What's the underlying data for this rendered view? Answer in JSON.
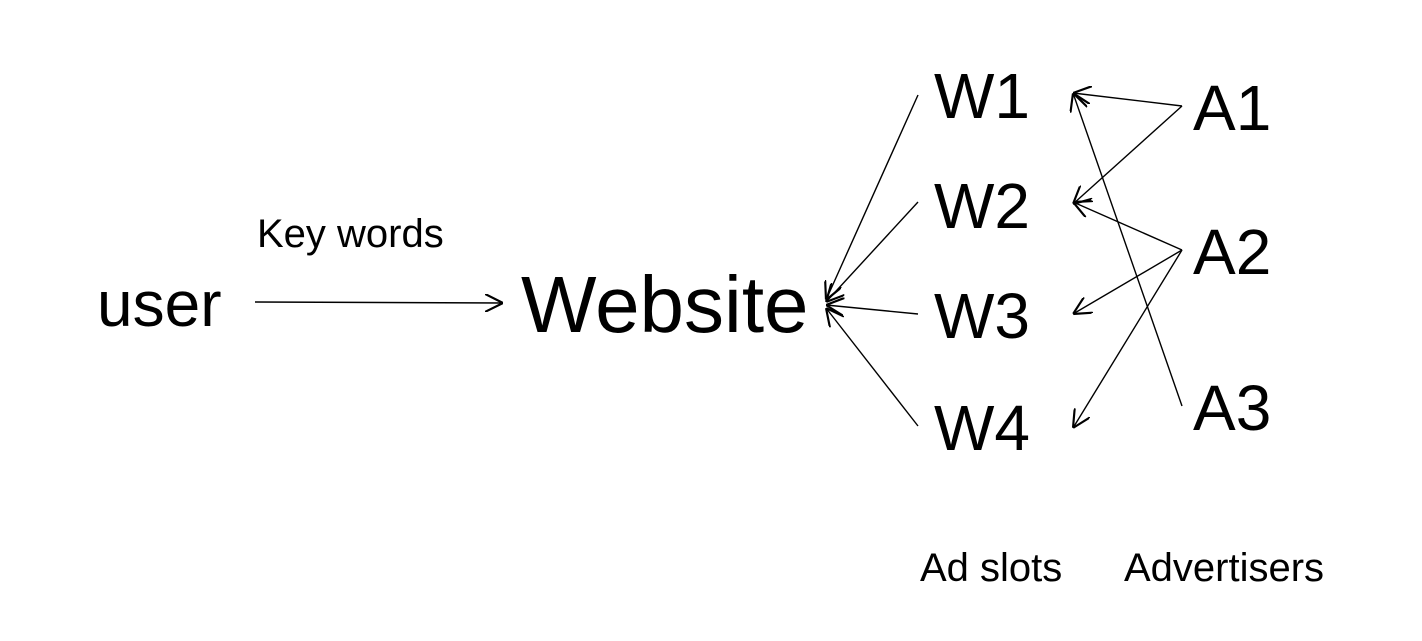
{
  "diagram": {
    "nodes": {
      "user": "user",
      "website": "Website",
      "slots": [
        "W1",
        "W2",
        "W3",
        "W4"
      ],
      "advertisers": [
        "A1",
        "A2",
        "A3"
      ]
    },
    "edge_label": "Key words",
    "captions": {
      "slots": "Ad slots",
      "advertisers": "Advertisers"
    },
    "edges": [
      {
        "from": "user",
        "to": "Website",
        "label": "Key words"
      },
      {
        "from": "W1",
        "to": "Website"
      },
      {
        "from": "W2",
        "to": "Website"
      },
      {
        "from": "W3",
        "to": "Website"
      },
      {
        "from": "W4",
        "to": "Website"
      },
      {
        "from": "A1",
        "to": "W1"
      },
      {
        "from": "A1",
        "to": "W2"
      },
      {
        "from": "A2",
        "to": "W2"
      },
      {
        "from": "A2",
        "to": "W3"
      },
      {
        "from": "A2",
        "to": "W4"
      },
      {
        "from": "A3",
        "to": "W1"
      }
    ],
    "colors": {
      "background": "#ffffff",
      "ink": "#000000"
    }
  }
}
